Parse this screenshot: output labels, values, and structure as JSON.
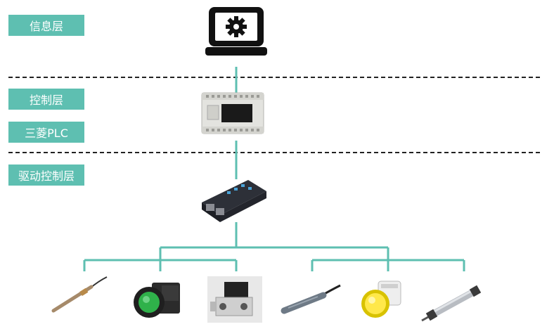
{
  "layers": {
    "info": "信息层",
    "control": "控制层",
    "plc": "三菱PLC",
    "drive": "驱动控制层"
  },
  "colors": {
    "label_bg": "#5ebfb1",
    "wire": "#5ebfb1"
  },
  "components": {
    "computer": "laptop-settings-icon",
    "plc": "plc-controller",
    "module": "io-drive-module",
    "devices": [
      "rod-sensor",
      "green-push-button",
      "solenoid-valve",
      "magnetic-switch",
      "yellow-indicator-lamp",
      "pneumatic-cylinder"
    ]
  }
}
